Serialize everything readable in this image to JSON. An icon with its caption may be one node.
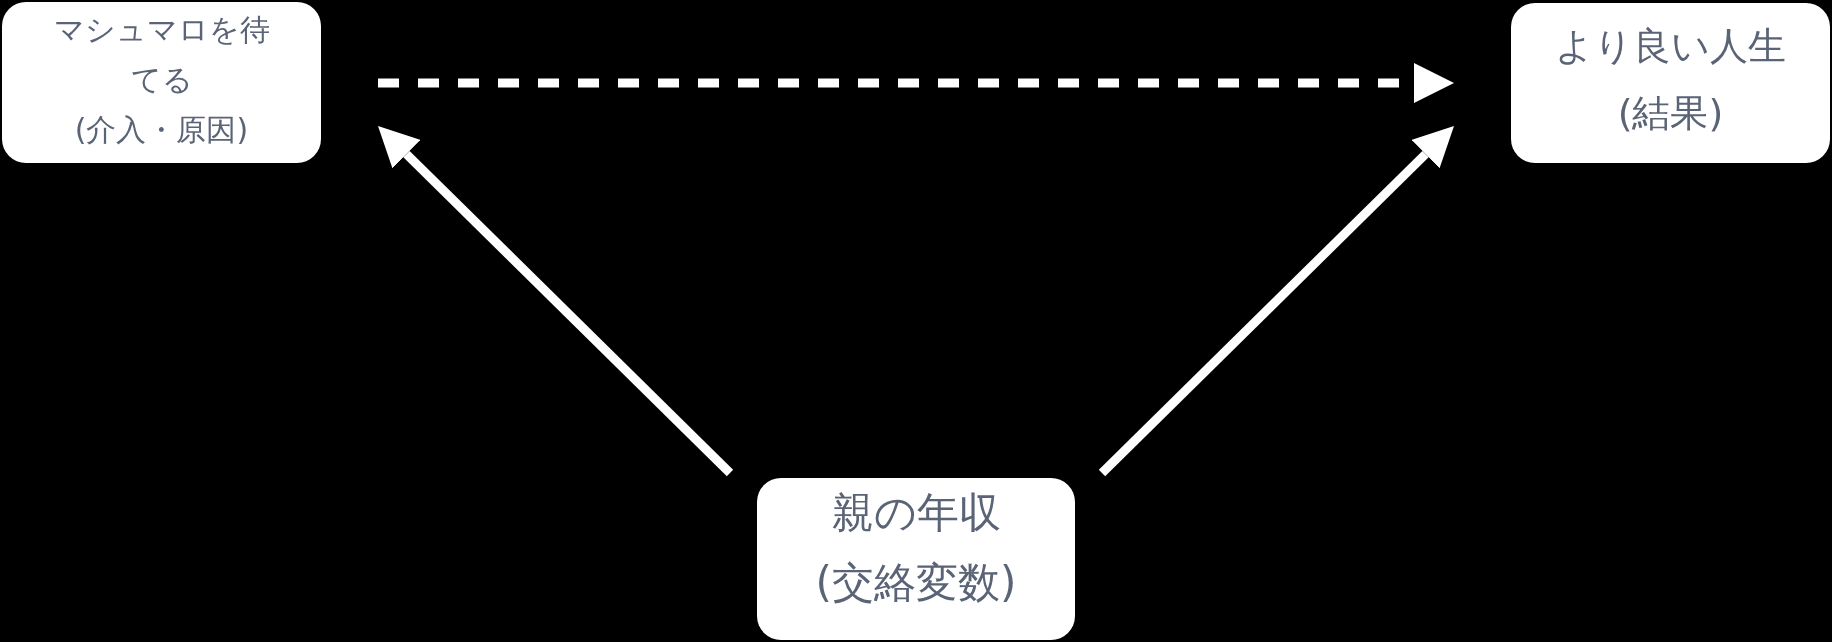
{
  "diagram": {
    "nodes": [
      {
        "text": [
          "マシュマロを待てる",
          "(介入・原因)"
        ]
      },
      {
        "text": [
          "より良い人生",
          "(結果)"
        ]
      },
      {
        "text": [
          "親の年収",
          "(交絡変数)"
        ]
      }
    ],
    "edges": [
      {
        "from": 0,
        "to": 1,
        "arrow": "to",
        "style": "dashed"
      },
      {
        "from": 2,
        "to": 0,
        "arrow": "to"
      },
      {
        "from": 2,
        "to": 1,
        "arrow": "to"
      }
    ]
  }
}
